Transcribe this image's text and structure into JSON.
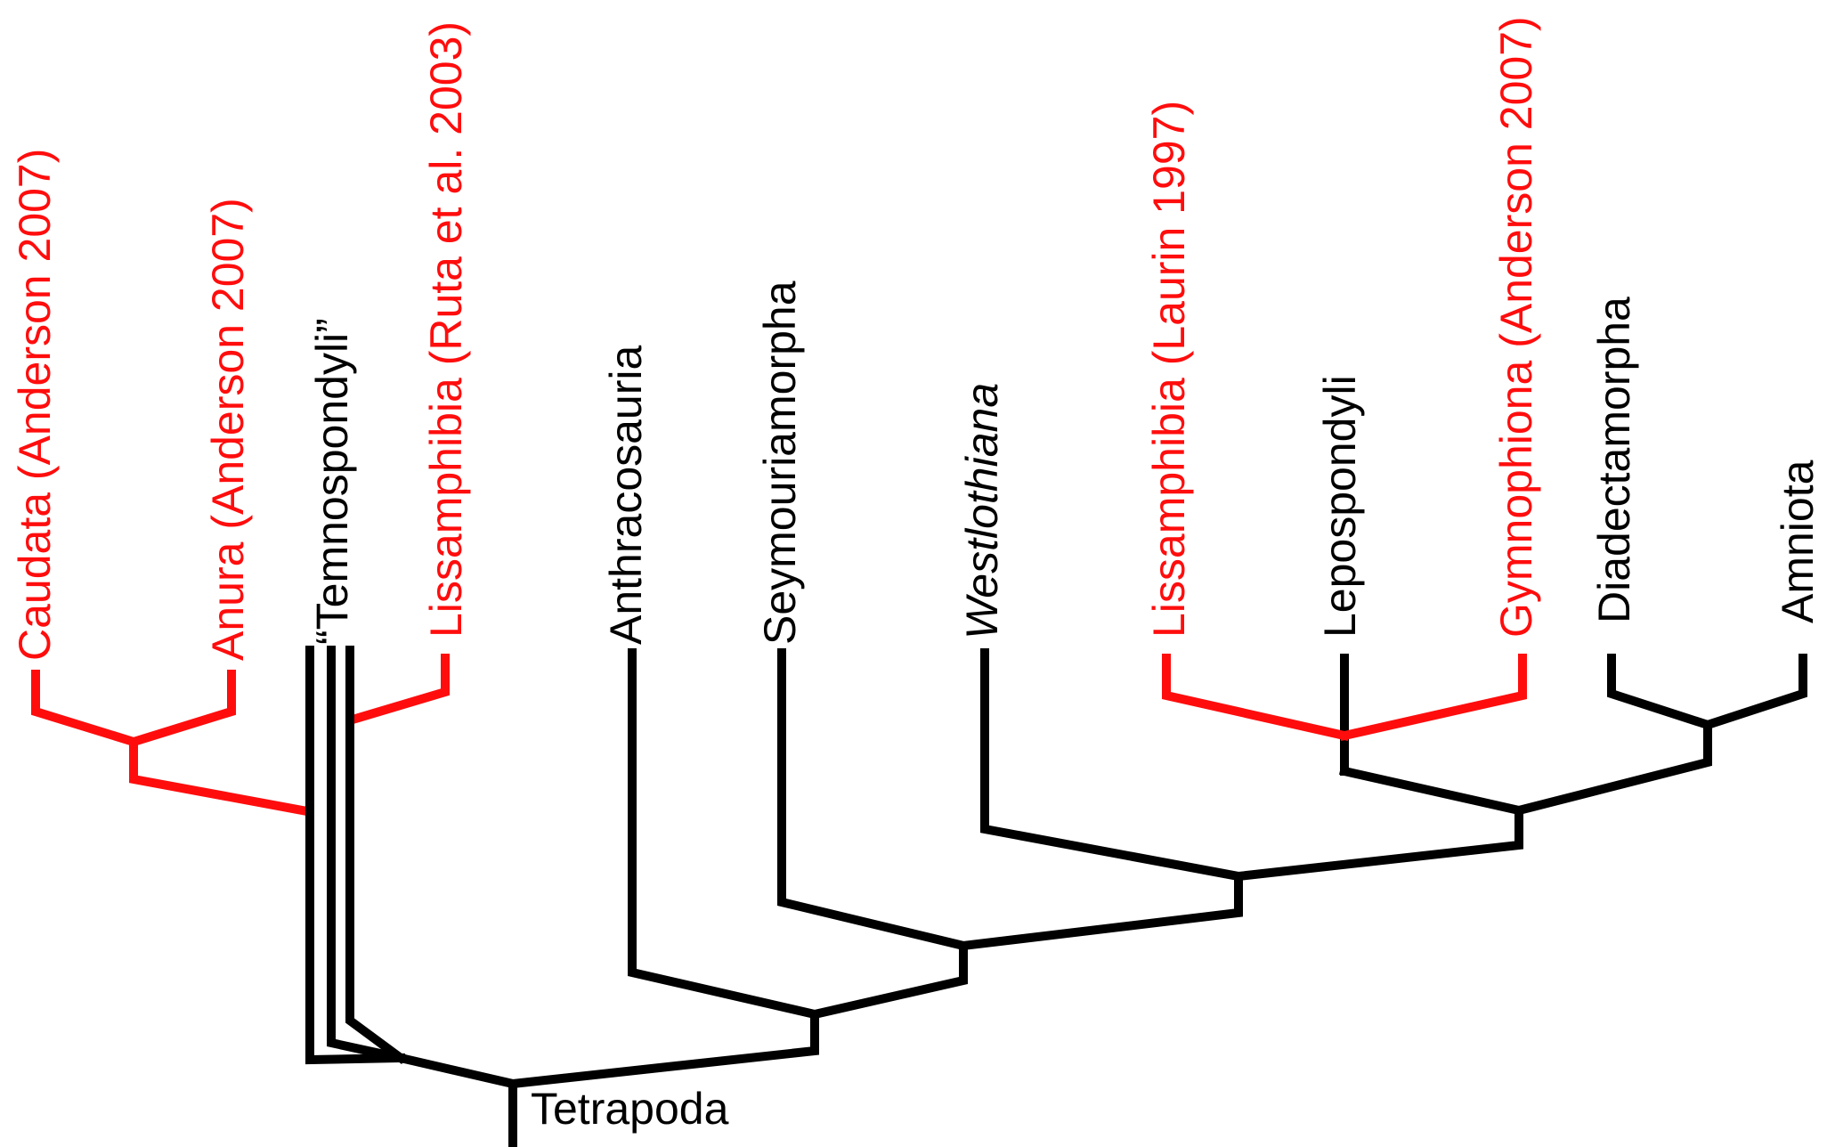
{
  "diagram": {
    "type": "cladogram",
    "colors": {
      "default": "#000000",
      "highlight": "#ff0d0d"
    },
    "root_label": "Tetrapoda",
    "taxa": [
      {
        "id": "caudata",
        "parts": [
          {
            "text": "Caudata (Anderson 2007)",
            "italic": false
          }
        ],
        "color": "highlight"
      },
      {
        "id": "anura",
        "parts": [
          {
            "text": "Anura (Anderson 2007)",
            "italic": false
          }
        ],
        "color": "highlight"
      },
      {
        "id": "temnospondyli",
        "parts": [
          {
            "text": "“Temnospondyli”",
            "italic": false
          }
        ],
        "color": "default"
      },
      {
        "id": "lissamphibia-ruta",
        "parts": [
          {
            "text": "Lissamphibia (Ruta et al. 2003)",
            "italic": false
          }
        ],
        "color": "highlight"
      },
      {
        "id": "anthracosauria",
        "parts": [
          {
            "text": "Anthracosauria",
            "italic": false
          }
        ],
        "color": "default"
      },
      {
        "id": "seymouriamorpha",
        "parts": [
          {
            "text": "Seymouriamorpha",
            "italic": false
          }
        ],
        "color": "default"
      },
      {
        "id": "westlothiana",
        "parts": [
          {
            "text": "Westlothiana",
            "italic": true
          }
        ],
        "color": "default"
      },
      {
        "id": "lissamphibia-laurin",
        "parts": [
          {
            "text": "Lissamphibia (Laurin 1997)",
            "italic": false
          }
        ],
        "color": "highlight"
      },
      {
        "id": "lepospondyli",
        "parts": [
          {
            "text": "Lepospondyli",
            "italic": false
          }
        ],
        "color": "default"
      },
      {
        "id": "gymnophiona",
        "parts": [
          {
            "text": "Gymnophiona (Anderson 2007)",
            "italic": false
          }
        ],
        "color": "highlight"
      },
      {
        "id": "diadectamorpha",
        "parts": [
          {
            "text": "Diadectamorpha",
            "italic": false
          }
        ],
        "color": "default"
      },
      {
        "id": "amniota",
        "parts": [
          {
            "text": "Amniota",
            "italic": false
          }
        ],
        "color": "default"
      }
    ]
  }
}
